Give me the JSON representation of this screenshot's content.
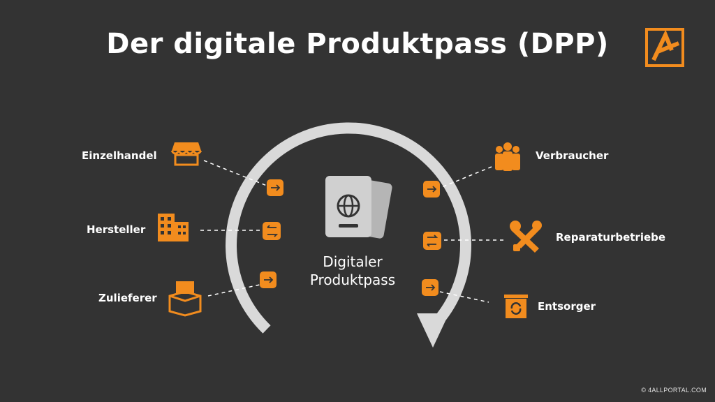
{
  "title": "Der digitale Produktpass (DPP)",
  "center": {
    "line1": "Digitaler",
    "line2": "Produktpass"
  },
  "left_actors": [
    {
      "label": "Einzelhandel",
      "icon": "store-icon"
    },
    {
      "label": "Hersteller",
      "icon": "factory-icon"
    },
    {
      "label": "Zulieferer",
      "icon": "package-box-icon"
    }
  ],
  "right_actors": [
    {
      "label": "Verbraucher",
      "icon": "people-group-icon"
    },
    {
      "label": "Reparaturbetriebe",
      "icon": "tools-icon"
    },
    {
      "label": "Entsorger",
      "icon": "recycle-bin-icon"
    }
  ],
  "copyright": "© 4ALLPORTAL.COM",
  "colors": {
    "background": "#333333",
    "accent": "#F28C1E",
    "arrow": "#d9d9d9",
    "text": "#ffffff"
  }
}
